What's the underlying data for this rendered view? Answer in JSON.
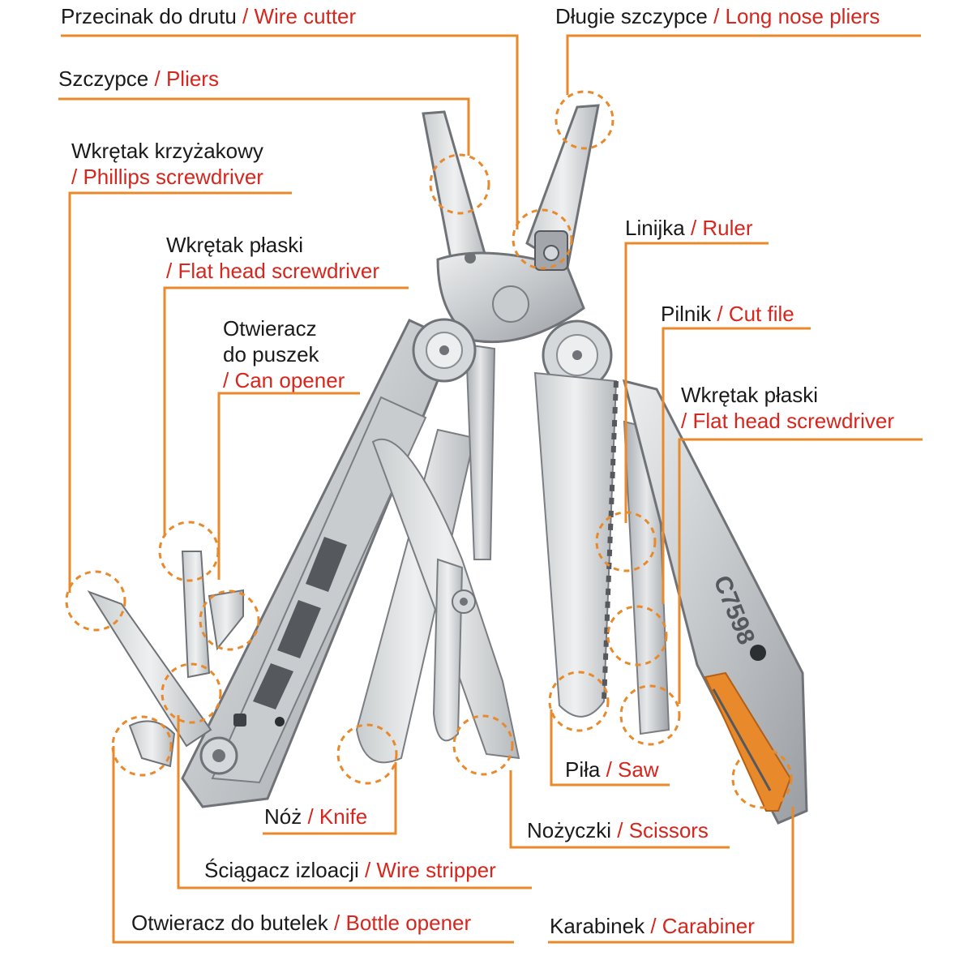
{
  "colors": {
    "leader": "#e8892b",
    "english_text": "#d6261d",
    "polish_text": "#1a1a1a",
    "steel_light": "#d9dbdd",
    "steel_mid": "#b4b7ba",
    "steel_dark": "#6f7377",
    "carabiner_orange": "#e8892b"
  },
  "engraving": "C7598",
  "labels": {
    "wire_cutter": {
      "pl": "Przecinak do drutu",
      "en": "/ Wire cutter"
    },
    "long_nose_pliers": {
      "pl": "Długie szczypce",
      "en": "/ Long nose pliers"
    },
    "pliers": {
      "pl": "Szczypce",
      "en": "/ Pliers"
    },
    "phillips": {
      "pl": "Wkrętak krzyżakowy",
      "en": "/ Phillips screwdriver"
    },
    "flat_head_left": {
      "pl": "Wkrętak płaski",
      "en": "/ Flat head screwdriver"
    },
    "can_opener": {
      "pl1": "Otwieracz",
      "pl2": "do puszek",
      "en": "/ Can opener"
    },
    "ruler": {
      "pl": "Linijka",
      "en": "/ Ruler"
    },
    "cut_file": {
      "pl": "Pilnik",
      "en": "/ Cut file"
    },
    "flat_head_right": {
      "pl": "Wkrętak płaski",
      "en": "/ Flat head screwdriver"
    },
    "saw": {
      "pl": "Piła",
      "en": "/ Saw"
    },
    "knife": {
      "pl": "Nóż",
      "en": "/ Knife"
    },
    "scissors": {
      "pl": "Nożyczki",
      "en": "/ Scissors"
    },
    "wire_stripper": {
      "pl": "Ściągacz izloacji",
      "en": "/ Wire stripper"
    },
    "bottle_opener": {
      "pl": "Otwieracz do butelek",
      "en": "/ Bottle opener"
    },
    "carabiner": {
      "pl": "Karabinek",
      "en": "/ Carabiner"
    }
  }
}
